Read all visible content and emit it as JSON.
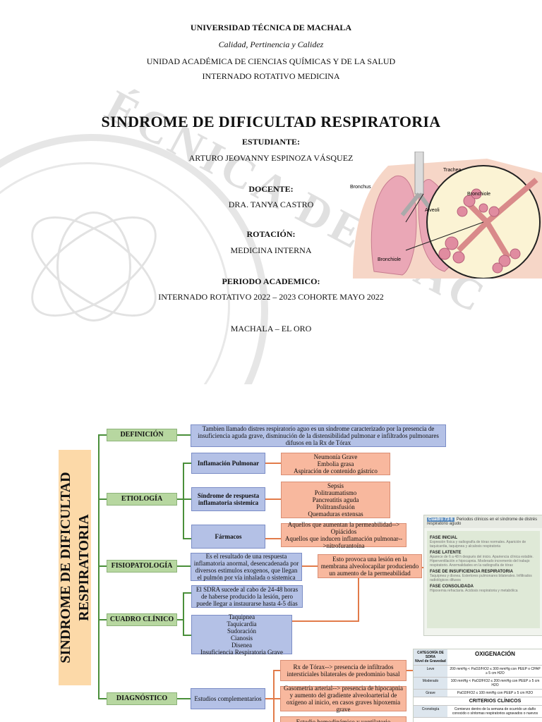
{
  "cover": {
    "university": "UNIVERSIDAD TÉCNICA DE MACHALA",
    "motto": "Calidad, Pertinencia y Calidez",
    "academic_unit": "UNIDAD ACADÉMICA DE CIENCIAS QUÍMICAS Y DE LA SALUD",
    "program": "INTERNADO ROTATIVO MEDICINA",
    "title": "SINDROME DE DIFICULTAD RESPIRATORIA",
    "student_label": "ESTUDIANTE:",
    "student_name": "ARTURO JEOVANNY ESPINOZA VÁSQUEZ",
    "teacher_label": "DOCENTE:",
    "teacher_name": "DRA. TANYA CASTRO",
    "rotation_label": "ROTACIÓN:",
    "rotation_value": "MEDICINA INTERNA",
    "period_label": "PERIODO ACADEMICO:",
    "period_value": "INTERNADO ROTATIVO 2022 – 2023 COHORTE MAYO 2022",
    "city": "MACHALA – EL ORO",
    "seal_text": "ÉCNICA DE MAC",
    "lung_labels": {
      "trachea": "Trachea",
      "bronchus": "Bronchus",
      "bronchiole": "Bronchiole",
      "alveoli": "Alveoli",
      "bronchiole2": "Bronchiole"
    }
  },
  "map": {
    "vertical_title_line1": "SINDROME DE DIFICULTAD",
    "vertical_title_line2": "RESPIRATORIA",
    "definicion": {
      "label": "DEFINICIÓN",
      "text": "Tambien llamado distres respiratorio aguo es un síndrome caracterizado por la presencia de insuficiencia aguda grave, disminución de la distensibilidad pulmonar e infiltrados pulmonares difusos en la Rx de Tórax"
    },
    "etiologia": {
      "label": "ETIOLOGÍA",
      "inflamacion": "Inflamación Pulmonar",
      "inflamacion_items": [
        "Neumonía Grave",
        "Embolia grasa",
        "Aspiración de contenido gástrico"
      ],
      "sirs": "Síndrome de respuesta inflamatoria sistemica",
      "sirs_items": [
        "Sepsis",
        "Politraumatismo",
        "Pancreatitis aguda",
        "Politransfusión",
        "Quemaduras extensas"
      ],
      "farmacos": "Fármacos",
      "farmacos_items": [
        "Aquellos que aumentan la permeabilidad-->",
        "Opiácidos",
        "Aquellos que inducen inflamación pulmonar-->nitrofurantoína"
      ]
    },
    "fisiopatologia": {
      "label": "FISIOPATOLOGÍA",
      "text": "Es el resultado de una respuesta inflamatoria anormal, desencadenada por diversos estimulos exogenos, que llegan el pulmón por vía inhalada o sistemica",
      "detail": "Esto provoca una lesión en la membrana alveolocapilar produciendo un aumento de la permeabilidad"
    },
    "cuadro": {
      "label": "CUADRO CLÍNICO",
      "text": "El SDRA sucede al cabo de 24-48 horas de haberse producido la lesión, pero puede llegar a instaurarse hasta 4-5 días",
      "symptoms": [
        "Taquipnea",
        "Taquicardia",
        "Sudoración",
        "Cianosis",
        "Disenea",
        "Insuficiencia Respiratoria Grave"
      ]
    },
    "diagnostico": {
      "label": "DIAGNÓSTICO",
      "studies": "Estudios complementarios",
      "rx": "Rx de Tórax--> presencia de infiltrados intersticiales bilaterales de predominio basal",
      "gaso": "Gasometría arterial--> presencia de hipocapnia y aumento del gradiente alveoloarterial de oxígeno al inicio, en casos graves hipoxemia grave",
      "extra": "Estudio hemodinámico y ventilatorio"
    },
    "figure1": {
      "number": "Cuadro 73-6",
      "caption": "Periodos clínicos en el síndrome de distrés respiratorio agudo",
      "phases": [
        {
          "title": "FASE INICIAL",
          "text": "Expresión física y radiografía de tórax normales. Aparición de taquicardia, taquipnea y alcalosis respiratoria"
        },
        {
          "title": "FASE LATENTE",
          "text": "Aparece de 6 a 48 h después del inicio. Apariencia clínica estable. Hiperventilación e hipocapnia. Moderado incremento del trabajo respiratorio. Anormalidades en la radiografía de tórax"
        },
        {
          "title": "FASE DE INSUFICIENCIA RESPIRATORIA",
          "text": "Taquipnea y disnea. Estertores pulmonares bilaterales. Infiltrados radiológicos difusos"
        },
        {
          "title": "FASE CONSOLIDADA",
          "text": "Hipoxemia refractaria. Acidosis respiratoria y metabólica"
        }
      ]
    },
    "figure2": {
      "col1": "CATEGORÍA DE SDRA",
      "col1b": "Nivel de Gravedad",
      "col2": "OXIGENACIÓN",
      "rows": [
        {
          "level": "Leve",
          "value": "200 mmHg < PaO2/FIO2 ≤ 300 mmHg con PEEP o CPAP ≥ 5 cm H2O"
        },
        {
          "level": "Moderado",
          "value": "100 mmHg < PaO2/FIO2 ≤ 200 mmHg con PEEP ≥ 5 cm H2O"
        },
        {
          "level": "Grave",
          "value": "PaO2/FIO2 ≤ 100 mmHg con PEEP ≥ 5 cm H2O"
        }
      ],
      "criteria_title": "CRITERIOS CLÍNICOS",
      "criteria_level": "Cronología",
      "criteria_text": "Comienzo dentro de la semana de ocurrido un daño conocido o síntomas respiratorios agravados o nuevos"
    }
  }
}
